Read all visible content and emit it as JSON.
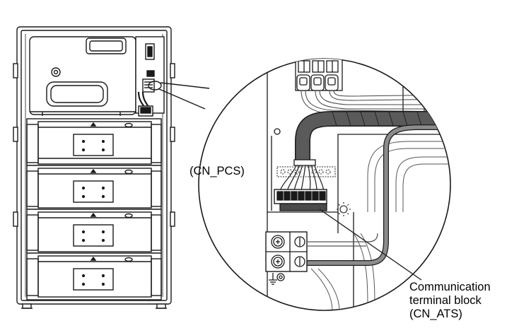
{
  "labels": {
    "cn_pcs": "(CN_PCS)",
    "communication_line1": "Communication",
    "communication_line2": "terminal block",
    "communication_line3": "(CN_ATS)"
  },
  "colors": {
    "line": "#1a1a1a",
    "cable_dark": "#555555",
    "cable_mid": "#8c8c8c",
    "terminal_dark": "#4a4a4a"
  }
}
